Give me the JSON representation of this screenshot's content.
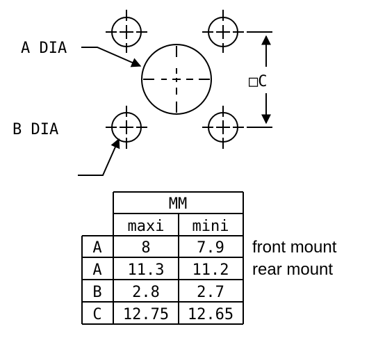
{
  "labels": {
    "a_dia": "A DIA",
    "b_dia": "B DIA",
    "c_dim": "□C"
  },
  "table": {
    "unit_header": "MM",
    "col_headers": [
      "maxi",
      "mini"
    ],
    "rows": [
      {
        "key": "A",
        "maxi": "8",
        "mini": "7.9",
        "note": "front mount"
      },
      {
        "key": "A",
        "maxi": "11.3",
        "mini": "11.2",
        "note": "rear mount"
      },
      {
        "key": "B",
        "maxi": "2.8",
        "mini": "2.7",
        "note": ""
      },
      {
        "key": "C",
        "maxi": "12.75",
        "mini": "12.65",
        "note": ""
      }
    ]
  }
}
